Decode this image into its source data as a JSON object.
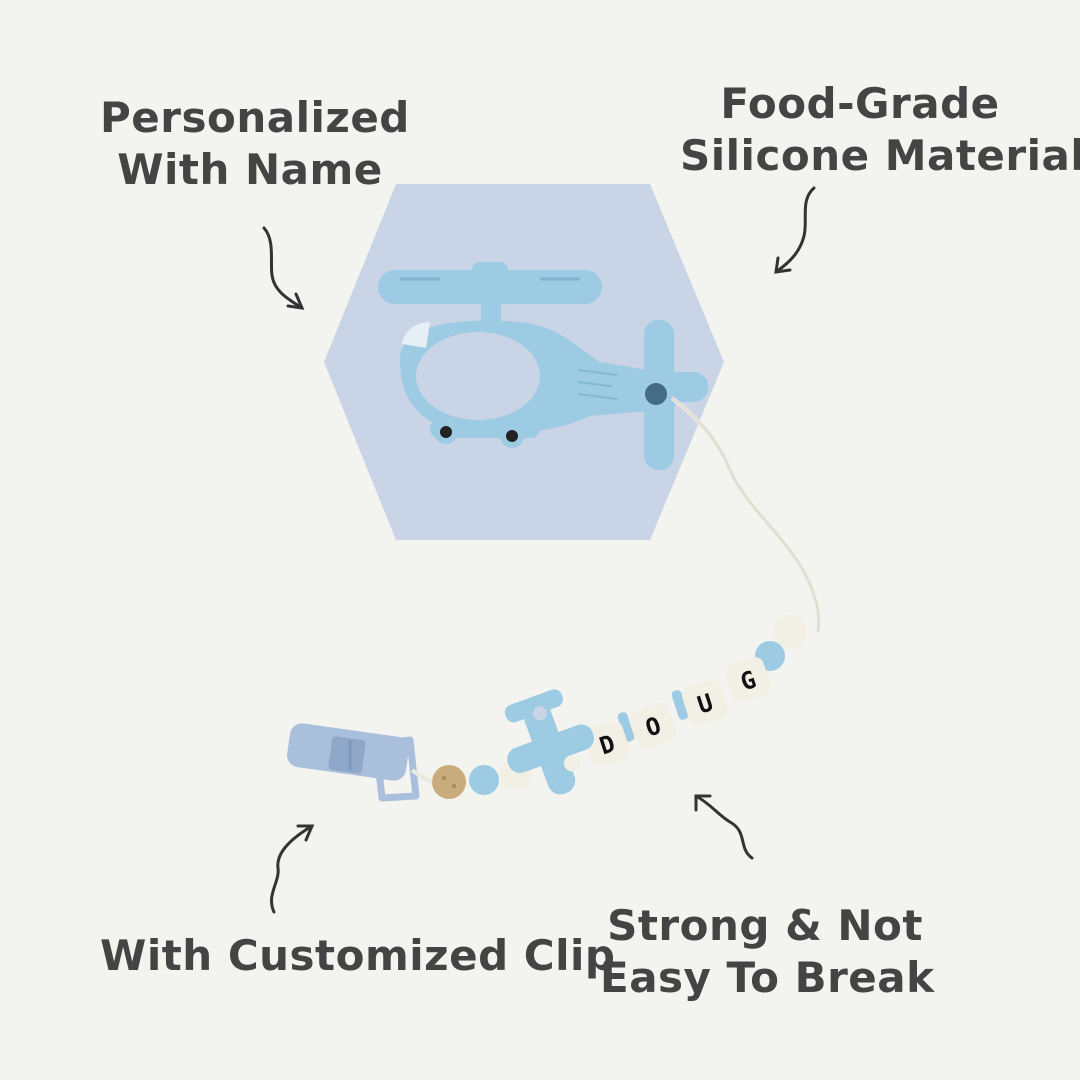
{
  "labels": {
    "personalized": [
      "Personalized",
      "With Name"
    ],
    "food_grade": [
      "Food-Grade",
      "Silicone Material"
    ],
    "clip": [
      "With Customized Clip"
    ],
    "strong": [
      "Strong & Not",
      "Easy To Break"
    ]
  },
  "name_beads": [
    "D",
    "O",
    "U",
    "G"
  ],
  "colors": {
    "background": "#f3f3ef",
    "text": "#444444",
    "hexagon": "#c9d4e6",
    "silicone_blue": "#9ccbe3",
    "bead_white": "#f2efe4",
    "bead_wood": "#c9ac7d",
    "clip_blue": "#a9bfdc"
  }
}
